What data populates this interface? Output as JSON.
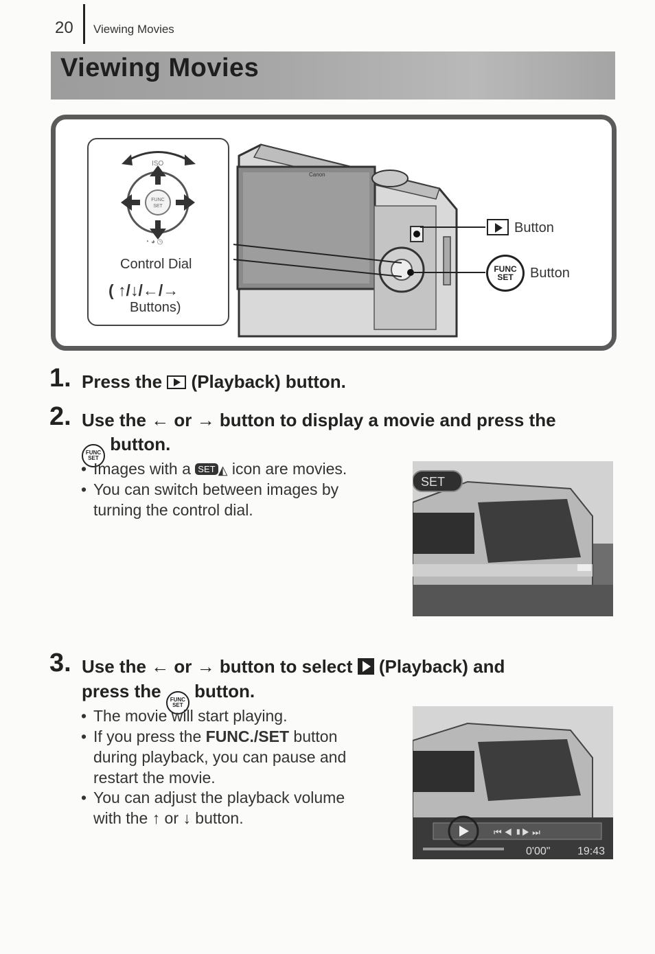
{
  "header": {
    "page_number": "20",
    "running_head": "Viewing Movies"
  },
  "title": "Viewing Movies",
  "diagram": {
    "control_dial_label": "Control Dial",
    "arrows_line": "( ↑/↓/←/→",
    "buttons_line": "Buttons)",
    "playback_button_label": "Button",
    "funcset_button_label": "Button",
    "camera_brand": "Canon",
    "funcset_icon_top": "FUNC",
    "funcset_icon_bottom": "SET"
  },
  "steps": [
    {
      "number": "1.",
      "text_before": "Press the",
      "text_after": "(Playback) button."
    },
    {
      "number": "2.",
      "line1": "Use the ← or → button to display a movie and press the",
      "line2_after": "button.",
      "bullets": [
        {
          "before": "Images with a",
          "icon": "SET",
          "after": "icon are movies."
        },
        {
          "line1": "You can switch between images by",
          "line2": "turning the control dial."
        }
      ]
    },
    {
      "number": "3.",
      "line1_before": "Use the ← or → button to select",
      "line1_after": "(Playback) and",
      "line2_before": "press the",
      "line2_after": "button.",
      "bullets": [
        {
          "line1": "The movie will start playing."
        },
        {
          "before": "If you press the",
          "bold": "FUNC./SET",
          "after": "button",
          "line2": "during playback, you can pause and",
          "line3": "restart the movie."
        },
        {
          "line1": "You can adjust the playback volume",
          "line2": "with the ↑ or ↓ button."
        }
      ]
    }
  ],
  "photos": {
    "photo1_badge": "SET",
    "photo2_timecode": "0'00\"",
    "photo2_clock": "19:43"
  },
  "colors": {
    "title_band": "#a7a7a7",
    "frame": "#5a5a5a",
    "text": "#2a2a2a"
  }
}
